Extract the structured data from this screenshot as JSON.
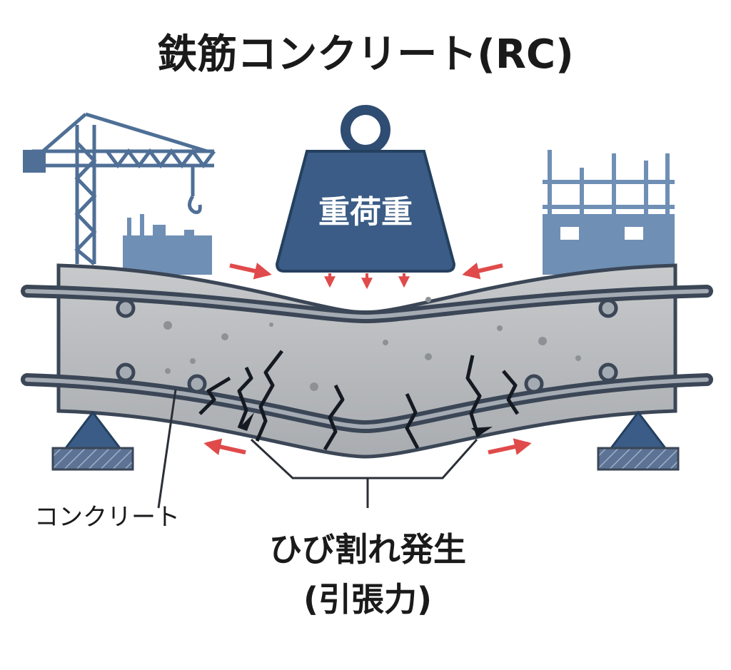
{
  "title": "鉄筋コンクリート(RC)",
  "weight_label": "重荷重",
  "concrete_label": "コンクリート",
  "crack_label_line1": "ひび割れ発生",
  "crack_label_line2": "(引張力)",
  "colors": {
    "steel_blue": "#3f5f85",
    "weight_fill": "#3a5c86",
    "building": "#6f8fb5",
    "concrete": "#b9bcbf",
    "rebar": "#3b4656",
    "arrow_red": "#e04a4a",
    "crack": "#151a22",
    "text": "#1a1a1a"
  },
  "icons": [
    "crane-icon",
    "building-icon",
    "weight-icon",
    "support-icon",
    "arrow-icon",
    "crack-icon"
  ]
}
